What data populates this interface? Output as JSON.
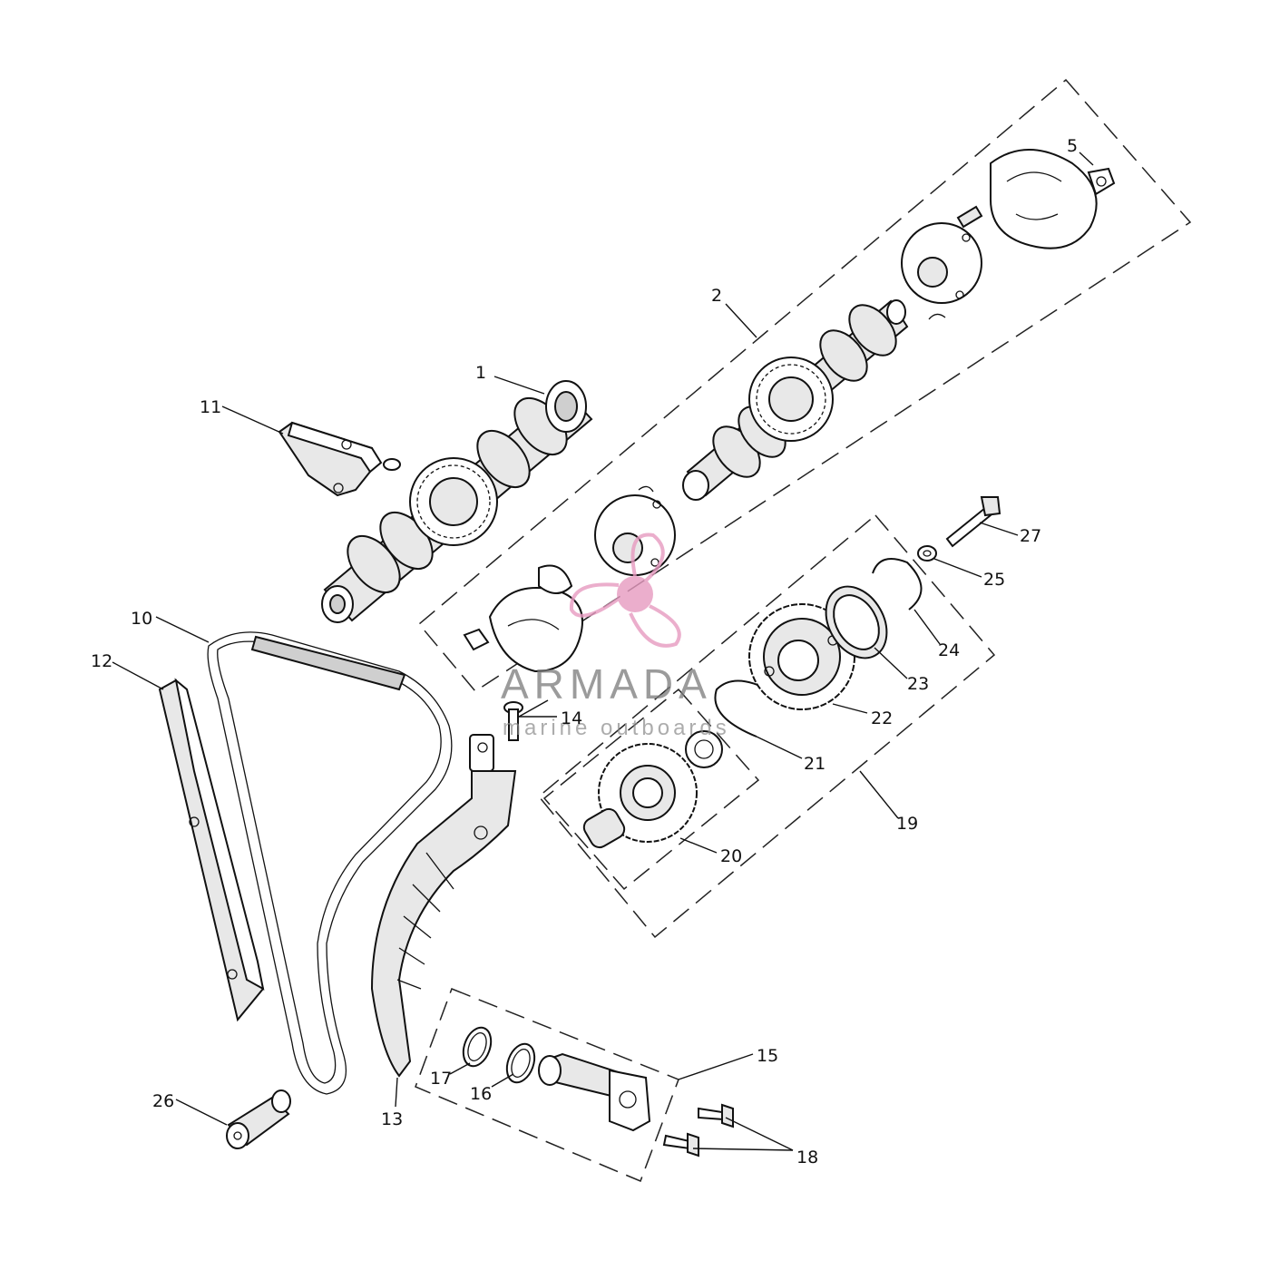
{
  "callouts": [
    {
      "id": "1",
      "label": "1"
    },
    {
      "id": "2",
      "label": "2"
    },
    {
      "id": "5",
      "label": "5"
    },
    {
      "id": "10",
      "label": "10"
    },
    {
      "id": "11",
      "label": "11"
    },
    {
      "id": "12",
      "label": "12"
    },
    {
      "id": "13",
      "label": "13"
    },
    {
      "id": "14",
      "label": "14"
    },
    {
      "id": "15",
      "label": "15"
    },
    {
      "id": "16",
      "label": "16"
    },
    {
      "id": "17",
      "label": "17"
    },
    {
      "id": "18",
      "label": "18"
    },
    {
      "id": "19",
      "label": "19"
    },
    {
      "id": "20",
      "label": "20"
    },
    {
      "id": "21",
      "label": "21"
    },
    {
      "id": "22",
      "label": "22"
    },
    {
      "id": "23",
      "label": "23"
    },
    {
      "id": "24",
      "label": "24"
    },
    {
      "id": "25",
      "label": "25"
    },
    {
      "id": "26",
      "label": "26"
    },
    {
      "id": "27",
      "label": "27"
    }
  ],
  "watermark": {
    "brand": "ARMADA",
    "tagline": "marine outboards",
    "logo_color": "#e79ac0",
    "logo_icon": "propeller-logo-icon"
  },
  "colors": {
    "line": "#111111",
    "background": "#ffffff"
  }
}
